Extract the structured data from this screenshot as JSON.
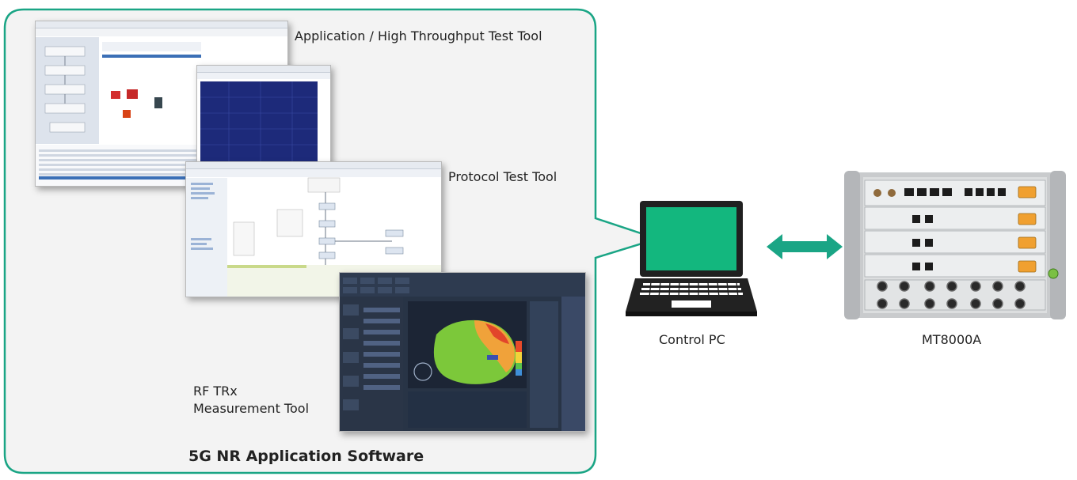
{
  "diagram": {
    "software_panel": {
      "title": "5G NR Application Software",
      "border_color": "#1aa585",
      "fill_color": "#f3f3f3",
      "tools": [
        {
          "label": "Application / High Throughput Test Tool"
        },
        {
          "label": "Protocol Test Tool"
        },
        {
          "label_line1": "RF TRx",
          "label_line2": "Measurement Tool"
        }
      ]
    },
    "control_pc": {
      "label": "Control PC",
      "screen_color": "#13b77e"
    },
    "link": {
      "color": "#1aa585",
      "direction": "bidirectional"
    },
    "instrument": {
      "label": "MT8000A",
      "accent_color": "#f0a030"
    }
  }
}
